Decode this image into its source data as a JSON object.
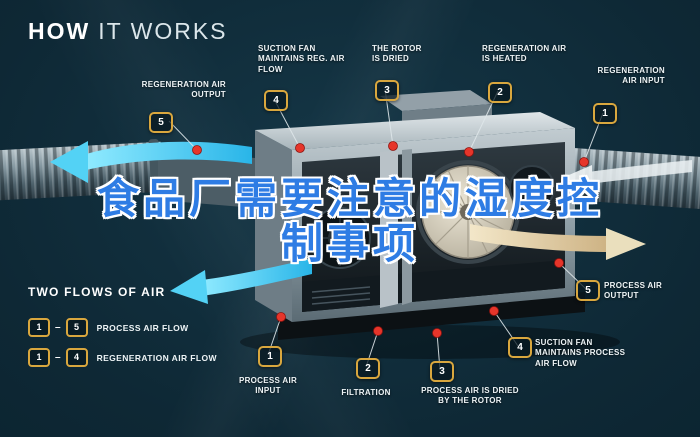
{
  "title": {
    "bold": "HOW",
    "light": "IT WORKS"
  },
  "overlay": {
    "line1": "食品厂需要注意的湿度控",
    "line2": "制事项"
  },
  "callouts": [
    {
      "num": "5",
      "label": "REGENERATION AIR OUTPUT"
    },
    {
      "num": "4",
      "label": "SUCTION FAN MAINTAINS REG. AIR FLOW"
    },
    {
      "num": "3",
      "label": "THE ROTOR IS DRIED"
    },
    {
      "num": "2",
      "label": "REGENERATION AIR IS HEATED"
    },
    {
      "num": "1",
      "label": "REGENERATION AIR INPUT"
    },
    {
      "num": "5",
      "label": "PROCESS AIR OUTPUT"
    },
    {
      "num": "4",
      "label": "SUCTION FAN MAINTAINS PROCESS AIR FLOW"
    },
    {
      "num": "3",
      "label": "PROCESS AIR IS DRIED BY THE ROTOR"
    },
    {
      "num": "2",
      "label": "FILTRATION"
    },
    {
      "num": "1",
      "label": "PROCESS AIR INPUT"
    }
  ],
  "legend": {
    "heading": "TWO FLOWS OF AIR",
    "rows": [
      {
        "from": "1",
        "separator": "–",
        "to": "5",
        "label": "PROCESS AIR FLOW"
      },
      {
        "from": "1",
        "separator": "–",
        "to": "4",
        "label": "REGENERATION AIR FLOW"
      }
    ]
  },
  "colors": {
    "background": "#0e2835",
    "accent_gold": "#d9a73e",
    "marker_red": "#e6352a",
    "flow_cyan": "#3fc4ee",
    "flow_beige": "#e6d4a9",
    "overlay_blue": "#2e7ce4"
  }
}
